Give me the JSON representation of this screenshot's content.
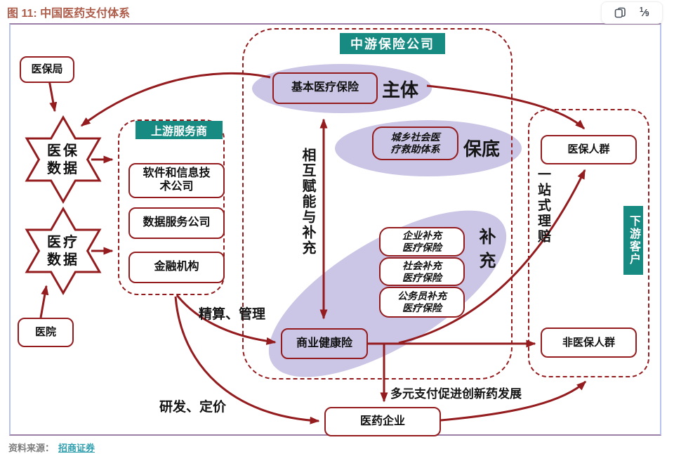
{
  "title": "图 11: 中国医药支付体系",
  "toolbar": {
    "page_current": "1",
    "page_total": "9"
  },
  "left": {
    "bureau": "医保局",
    "insurance_data": {
      "l1": "医保",
      "l2": "数据"
    },
    "medical_data": {
      "l1": "医疗",
      "l2": "数据"
    },
    "hospital": "医院"
  },
  "upstream": {
    "label": "上游服务商",
    "software": {
      "l1": "软件和信息技",
      "l2": "术公司"
    },
    "data_service": "数据服务公司",
    "finance": "金融机构"
  },
  "midstream": {
    "label": "中游保险公司",
    "basic_insurance": "基本医疗保险",
    "main_tag": "主体",
    "rural_aid": {
      "l1": "城乡社会医",
      "l2": "疗救助体系"
    },
    "floor_tag": "保底",
    "mutual_text": "相互赋能与补充",
    "enterprise": {
      "l1": "企业补充",
      "l2": "医疗保险"
    },
    "social": {
      "l1": "社会补充",
      "l2": "医疗保险"
    },
    "civil_servant": {
      "l1": "公务员补充",
      "l2": "医疗保险"
    },
    "supplement_tag": "补充",
    "commercial": "商业健康险"
  },
  "downstream": {
    "label": "下游客户",
    "insured": "医保人群",
    "uninsured": "非医保人群",
    "one_stop": "一站式理赔"
  },
  "flows": {
    "actuarial": "精算、管理",
    "rnd": "研发、定价",
    "multi_pay": "多元支付促进创新药发展"
  },
  "pharma": "医药企业",
  "source": {
    "prefix": "资料来源：",
    "link": "招商证券"
  },
  "colors": {
    "accent": "#941b1e",
    "teal": "#178a82",
    "lavender": "#cbc6e5",
    "title": "#ae5d4b",
    "link": "#2f9fae"
  }
}
